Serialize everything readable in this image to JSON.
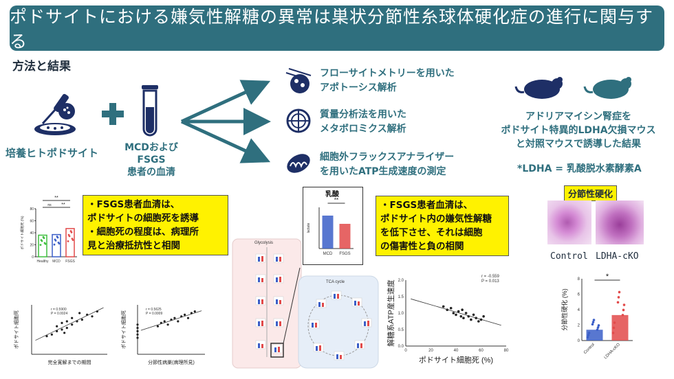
{
  "title": "ポドサイトにおける嫌気性解糖の異常は巣状分節性糸球体硬化症の進行に関与する",
  "section_label": "方法と結果",
  "inputs": {
    "cells_label": "培養ヒトポドサイト",
    "serum_label_1": "MCDおよびFSGS",
    "serum_label_2": "患者の血清"
  },
  "methods": [
    {
      "line1": "フローサイトメトリーを用いた",
      "line2": "アポトーシス解析"
    },
    {
      "line1": "質量分析法を用いた",
      "line2": "メタボロミクス解析"
    },
    {
      "line1": "細胞外フラックスアナライザー",
      "line2": "を用いたATP生成速度の測定"
    }
  ],
  "mouse": {
    "line1": "アドリアマイシン腎症を",
    "line2": "ポドサイト特異的LDHA欠損マウス",
    "line3": "と対照マウスで誘導した結果",
    "note": "*LDHA = 乳酸脱水素酵素A"
  },
  "findings": {
    "box1": [
      "・FSGS患者血清は、",
      "ポドサイトの細胞死を誘導",
      "・細胞死の程度は、病理所",
      "見と治療抵抗性と相関"
    ],
    "box2": [
      "・FSGS患者血清は、",
      "ポドサイト内の嫌気性解糖",
      "を低下させ、それは細胞",
      "の傷害性と負の相関"
    ]
  },
  "histology": {
    "header": "分節性硬化",
    "label_control": "Control",
    "label_cko": "LDHA-cKO"
  },
  "chart_data": [
    {
      "type": "bar",
      "id": "podocyte-death",
      "ylabel": "ポドサイト細胞死 (%)",
      "categories": [
        "Healthy",
        "MCD",
        "FSGS"
      ],
      "values": [
        36,
        37,
        47
      ],
      "ylim": [
        0,
        80
      ],
      "ticks": [
        "0",
        "20",
        "40",
        "60",
        "80"
      ],
      "significance": [
        "**",
        "ns",
        "**"
      ],
      "colors": [
        "#3fbf3f",
        "#3b5fc8",
        "#e24a4a"
      ]
    },
    {
      "type": "scatter",
      "id": "remission-corr",
      "xlabel": "完全寛解までの期間",
      "ylabel": "ポドサイト細胞死",
      "stats": [
        "r = 0.5900",
        "P = 0.0024"
      ],
      "xlim": [
        0,
        15
      ],
      "ylim": [
        4.5,
        6.0
      ],
      "points": [
        [
          3,
          5.05
        ],
        [
          4,
          5.1
        ],
        [
          5,
          5.2
        ],
        [
          5,
          5.35
        ],
        [
          6,
          5.25
        ],
        [
          6,
          5.45
        ],
        [
          7,
          5.3
        ],
        [
          7,
          5.5
        ],
        [
          8,
          5.4
        ],
        [
          8,
          5.6
        ],
        [
          9,
          5.5
        ],
        [
          10,
          5.55
        ],
        [
          11,
          5.7
        ],
        [
          12,
          5.65
        ],
        [
          6.5,
          5.15
        ],
        [
          9.5,
          5.75
        ],
        [
          13,
          5.8
        ]
      ]
    },
    {
      "type": "scatter",
      "id": "sclerosis-corr",
      "xlabel": "分節性病巣(病理所見)",
      "ylabel": "ポドサイト細胞死",
      "stats": [
        "r = 0.5625",
        "P = 0.0009"
      ],
      "xlim": [
        0,
        100
      ],
      "ylim": [
        4.5,
        6.0
      ],
      "points": [
        [
          0,
          5.1
        ],
        [
          0,
          5.2
        ],
        [
          0,
          5.3
        ],
        [
          0,
          5.4
        ],
        [
          0,
          5.0
        ],
        [
          30,
          5.35
        ],
        [
          35,
          5.45
        ],
        [
          40,
          5.5
        ],
        [
          45,
          5.4
        ],
        [
          50,
          5.55
        ],
        [
          55,
          5.6
        ],
        [
          60,
          5.5
        ],
        [
          65,
          5.65
        ],
        [
          70,
          5.7
        ],
        [
          75,
          5.6
        ],
        [
          80,
          5.75
        ],
        [
          85,
          5.8
        ]
      ]
    },
    {
      "type": "bar",
      "id": "lactate",
      "title": "乳酸",
      "ylabel": "lactate",
      "categories": [
        "MCD",
        "FSGS"
      ],
      "values": [
        2.4,
        1.8
      ],
      "ylim": [
        0,
        3
      ],
      "significance": [
        "**"
      ],
      "colors": [
        "#3b5fc8",
        "#e24a4a"
      ]
    },
    {
      "type": "scatter",
      "id": "atp-corr",
      "xlabel": "ポドサイト細胞死 (%)",
      "ylabel": "解糖系ATP産生速度",
      "stats": [
        "r = -0.559",
        "P = 0.013"
      ],
      "xlim": [
        0,
        80
      ],
      "ylim": [
        0.0,
        2.0
      ],
      "xticks": [
        "0",
        "20",
        "40",
        "60",
        "80"
      ],
      "yticks": [
        "0.0",
        "0.5",
        "1.0",
        "1.5",
        "2.0"
      ],
      "points": [
        [
          30,
          1.2
        ],
        [
          33,
          1.1
        ],
        [
          36,
          1.15
        ],
        [
          38,
          1.0
        ],
        [
          40,
          0.95
        ],
        [
          42,
          1.05
        ],
        [
          44,
          0.9
        ],
        [
          46,
          0.85
        ],
        [
          48,
          1.0
        ],
        [
          50,
          0.9
        ],
        [
          52,
          0.8
        ],
        [
          54,
          0.95
        ],
        [
          56,
          0.85
        ],
        [
          58,
          0.75
        ],
        [
          60,
          0.8
        ],
        [
          45,
          1.1
        ],
        [
          62,
          0.9
        ]
      ]
    },
    {
      "type": "bar",
      "id": "segmental-sclerosis",
      "ylabel": "分節性硬化 (%)",
      "categories": [
        "Control",
        "LDHA-cKO"
      ],
      "values": [
        1.4,
        3.3
      ],
      "ylim": [
        0,
        8
      ],
      "ticks": [
        "0",
        "2",
        "4",
        "6",
        "8"
      ],
      "significance": [
        "*"
      ],
      "colors": [
        "#3b5fc8",
        "#e24a4a"
      ]
    }
  ],
  "metabolomics": {
    "glycolysis_label": "Glycolysis",
    "tca_label": "TCA cycle"
  }
}
